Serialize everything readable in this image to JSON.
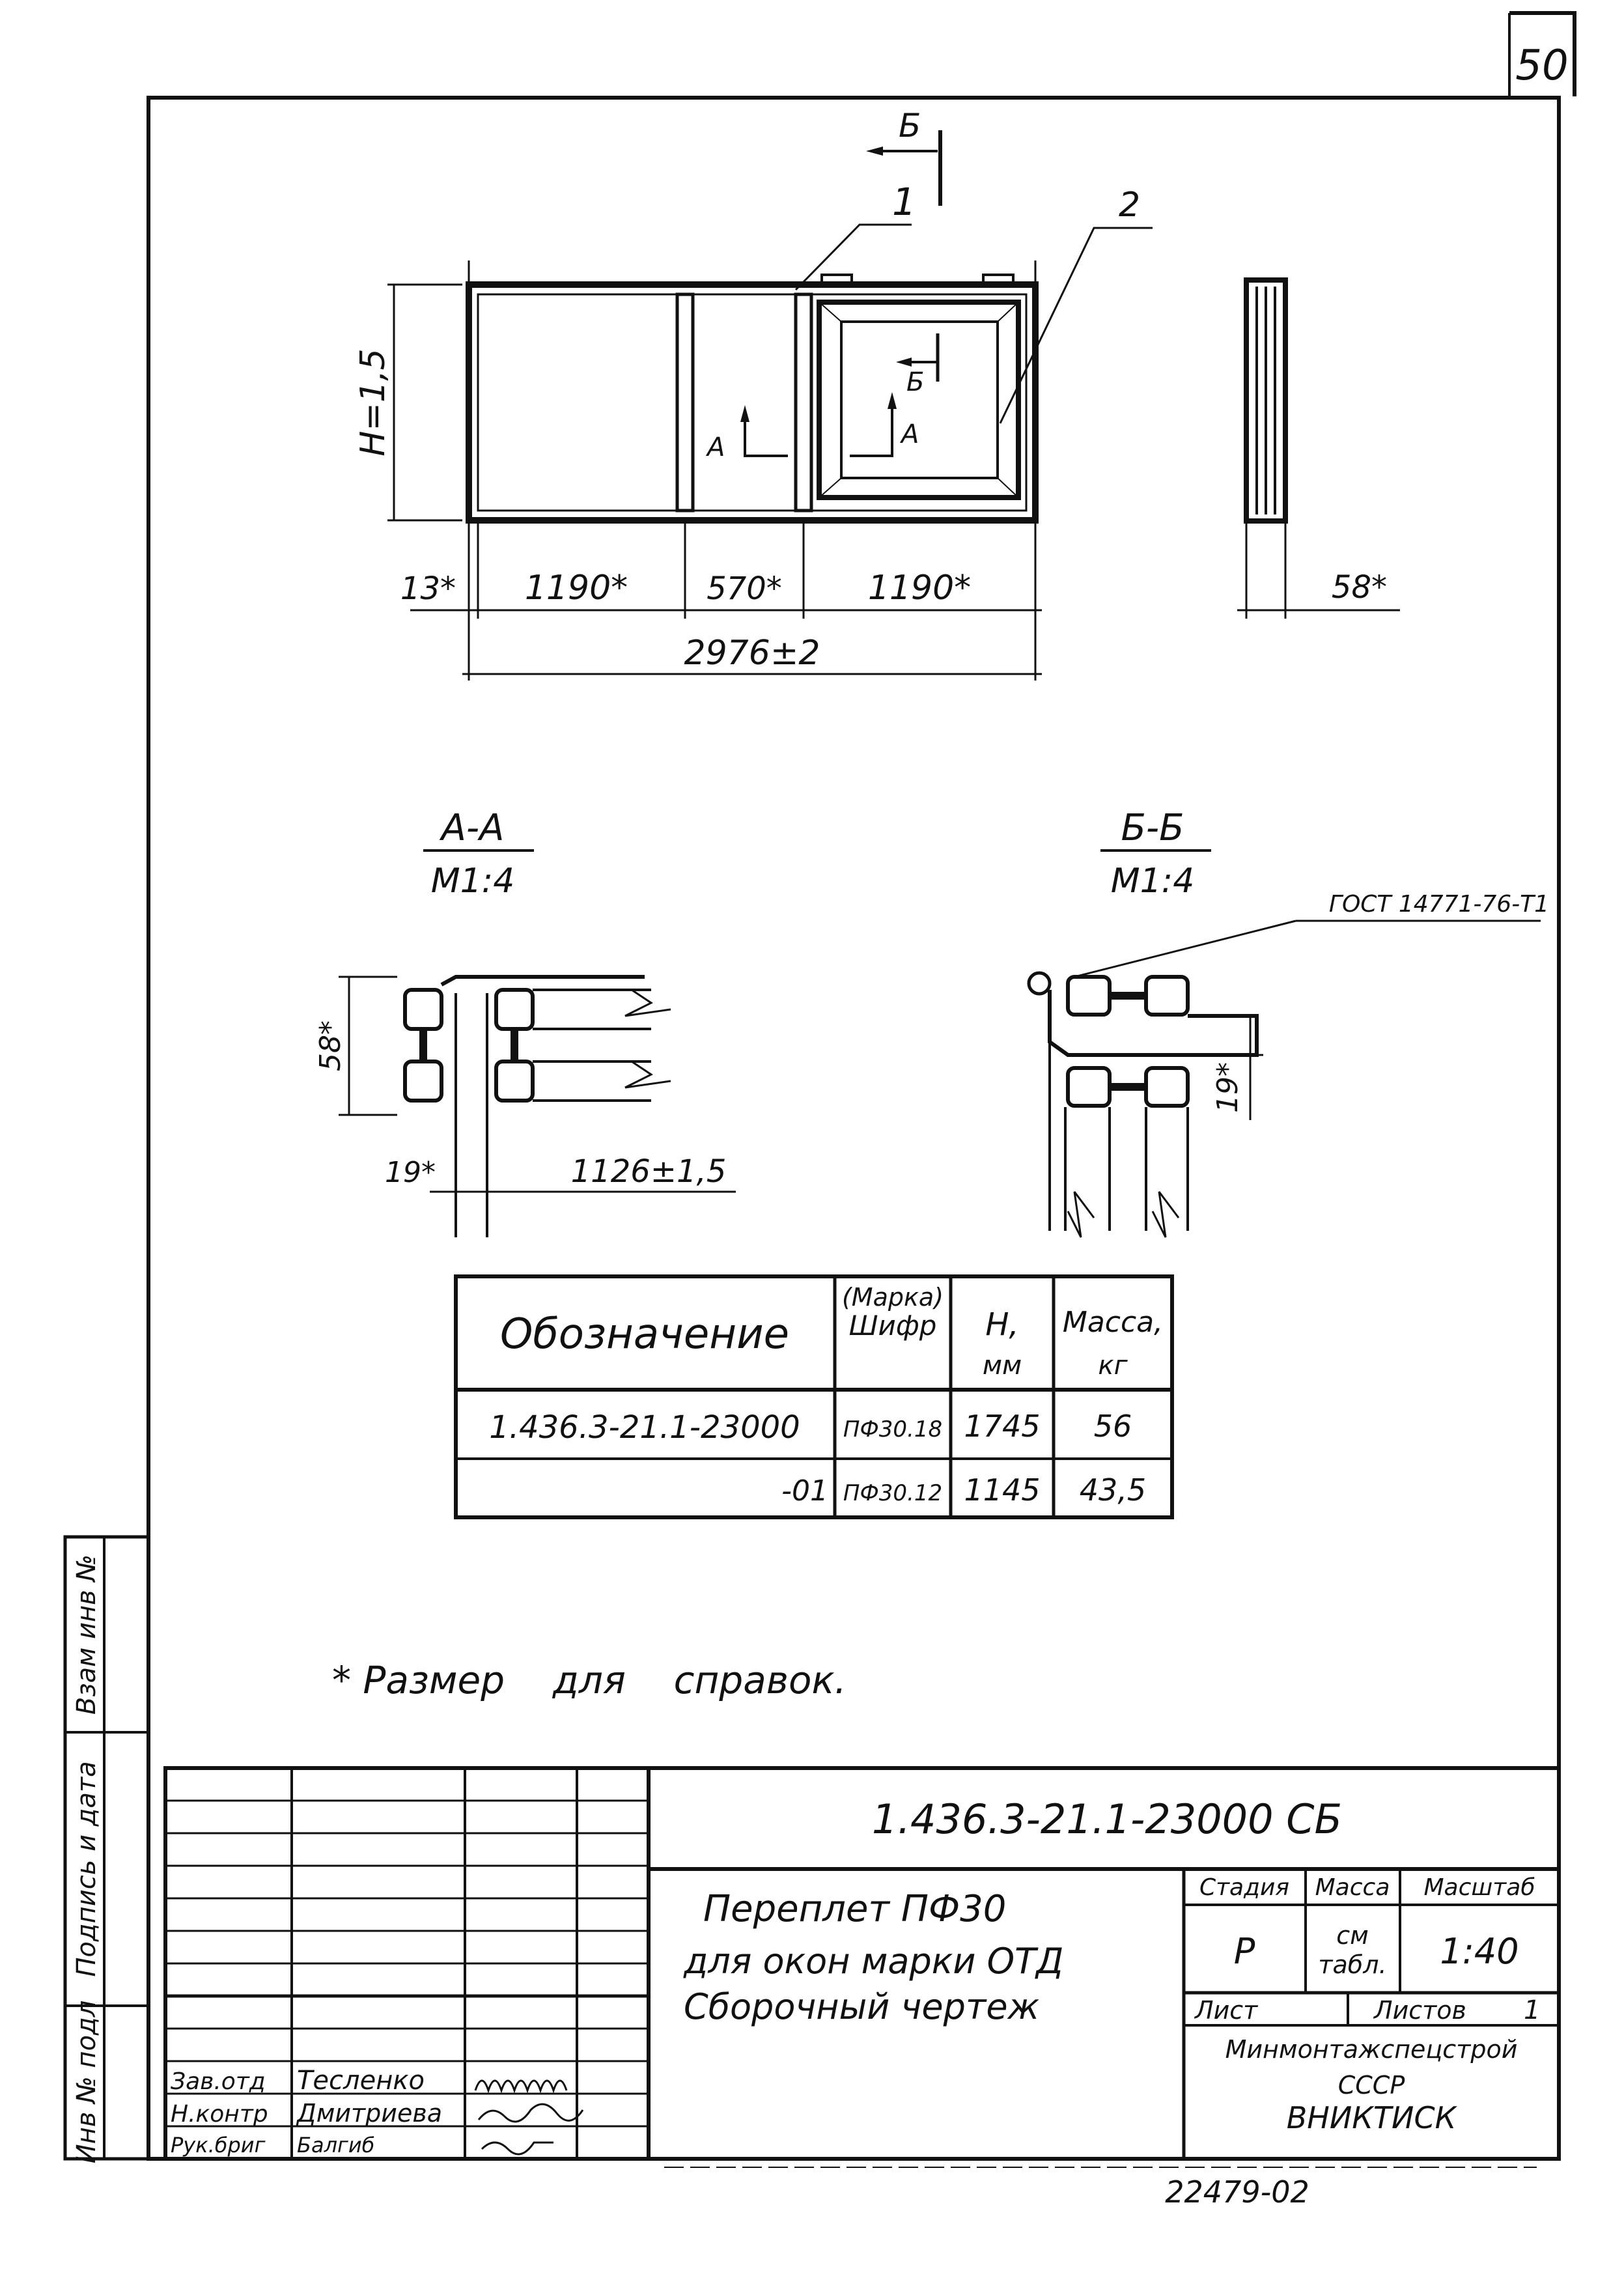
{
  "sheet_number": "50",
  "drawing": {
    "marks": {
      "leader_1": "1",
      "leader_2": "2",
      "section_b": "Б",
      "section_a": "А",
      "section_gost": "ГОСТ 14771-76-Т1"
    },
    "dims": {
      "height": "Н=1,5",
      "d13": "13*",
      "d1190a": "1190*",
      "d570": "570*",
      "d1190b": "1190*",
      "total": "2976±2",
      "side_58": "58*",
      "aa_58": "58*",
      "aa_19": "19*",
      "aa_1126": "1126±1,5",
      "bb_19": "19*"
    },
    "sections": {
      "aa_title": "А-А",
      "aa_scale": "М1:4",
      "bb_title": "Б-Б",
      "bb_scale": "М1:4"
    }
  },
  "spec_table": {
    "headers": {
      "designation": "Обозначение",
      "mark_line1": "(Марка)",
      "mark_line2": "Шифр",
      "h_line1": "Н,",
      "h_line2": "мм",
      "mass_line1": "Масса,",
      "mass_line2": "кг"
    },
    "rows": [
      {
        "designation": "1.436.3-21.1-23000",
        "mark": "ПФ30.18",
        "h": "1745",
        "mass": "56"
      },
      {
        "designation": "-01",
        "mark": "ПФ30.12",
        "h": "1145",
        "mass": "43,5"
      }
    ]
  },
  "footnote": "* Размер    для    справок.",
  "side_stamp": {
    "inv_no": "Взам инв №",
    "sign_date": "Подпись и дата",
    "inv_orig": "Инв № подл"
  },
  "title_block": {
    "code": "1.436.3-21.1-23000 СБ",
    "title_line1": "Переплет ПФ30",
    "title_line2": "для окон марки ОТД",
    "title_line3": "Сборочный чертеж",
    "stage_label": "Стадия",
    "mass_label": "Масса",
    "scale_label": "Масштаб",
    "stage_value": "Р",
    "mass_value_line1": "см",
    "mass_value_line2": "табл.",
    "scale_value": "1:40",
    "sheet_label": "Лист",
    "sheets_label": "Листов",
    "sheets_value": "1",
    "org_line1": "Минмонтажспецстрой",
    "org_line2": "СССР",
    "org_line3": "ВНИКТИСК",
    "signers": [
      {
        "role": "Зав.отд",
        "name": "Тесленко"
      },
      {
        "role": "Н.контр",
        "name": "Дмитриева"
      },
      {
        "role": "Рук.бриг",
        "name": "Балгиб"
      }
    ]
  },
  "bottom_code": "22479-02"
}
